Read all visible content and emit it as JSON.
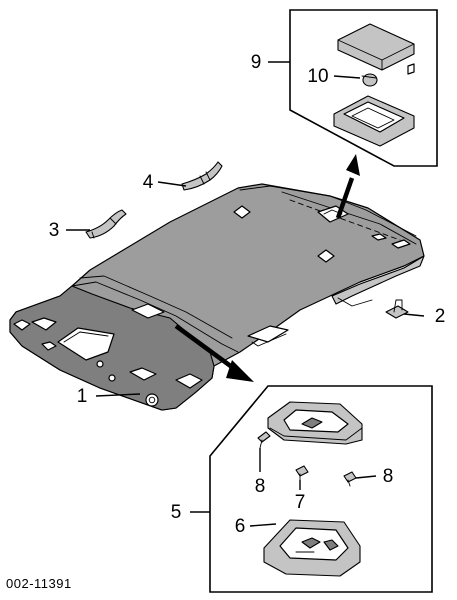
{
  "diagram": {
    "part_number": "002-11391",
    "callouts": {
      "c1": "1",
      "c2": "2",
      "c3": "3",
      "c4": "4",
      "c5": "5",
      "c6": "6",
      "c7": "7",
      "c8a": "8",
      "c8b": "8",
      "c9": "9",
      "c10": "10"
    }
  }
}
